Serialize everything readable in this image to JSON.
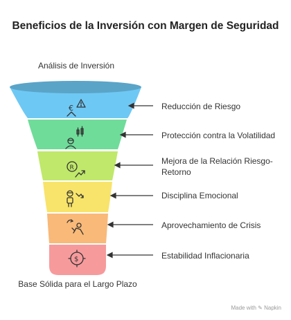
{
  "title": "Beneficios de la Inversión con Margen de Seguridad",
  "top_label": "Análisis de Inversión",
  "bottom_label": "Base Sólida para el Largo Plazo",
  "items": [
    {
      "label": "Reducción de Riesgo",
      "color": "#6ec8f4",
      "icon": "risk-warning-icon"
    },
    {
      "label": "Protección contra la Volatilidad",
      "color": "#6fdc9a",
      "icon": "volatility-candles-icon"
    },
    {
      "label": "Mejora de la Relación Riesgo-Retorno",
      "color": "#c0e86a",
      "icon": "risk-return-coin-icon"
    },
    {
      "label": "Disciplina Emocional",
      "color": "#f8e46a",
      "icon": "emotional-discipline-icon"
    },
    {
      "label": "Aprovechamiento de Crisis",
      "color": "#f9b978",
      "icon": "crisis-opportunity-icon"
    },
    {
      "label": "Estabilidad Inflacionaria",
      "color": "#f79a9c",
      "icon": "inflation-target-icon"
    }
  ],
  "brand": "Made with ✎ Napkin"
}
